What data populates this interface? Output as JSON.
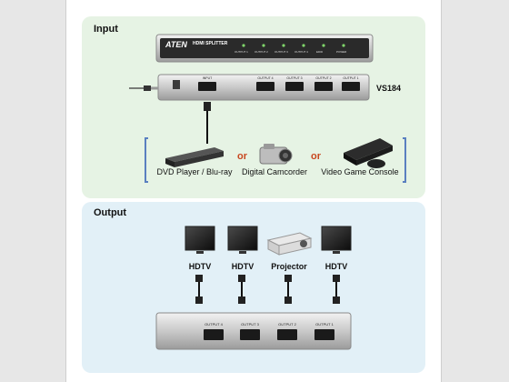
{
  "sections": {
    "input": "Input",
    "output": "Output"
  },
  "front_unit": {
    "brand": "ATEN",
    "product": "HDMI SPLITTER",
    "leds": [
      "OUTPUT 1",
      "OUTPUT 2",
      "OUTPUT 3",
      "OUTPUT 4",
      "EDID",
      "POWER"
    ]
  },
  "rear_unit": {
    "model": "VS184",
    "input_port": "INPUT",
    "ports": [
      "OUTPUT 4",
      "OUTPUT 3",
      "OUTPUT 2",
      "OUTPUT 1"
    ]
  },
  "sources": {
    "items": [
      "DVD Player / Blu-ray",
      "Digital Camcorder",
      "Video Game Console"
    ],
    "separator": "or"
  },
  "displays": [
    "HDTV",
    "HDTV",
    "Projector",
    "HDTV"
  ],
  "colors": {
    "input_bg": "#e6f3e4",
    "output_bg": "#e2f0f7",
    "accent_or": "#c8471f",
    "bracket": "#5a7fc0"
  }
}
